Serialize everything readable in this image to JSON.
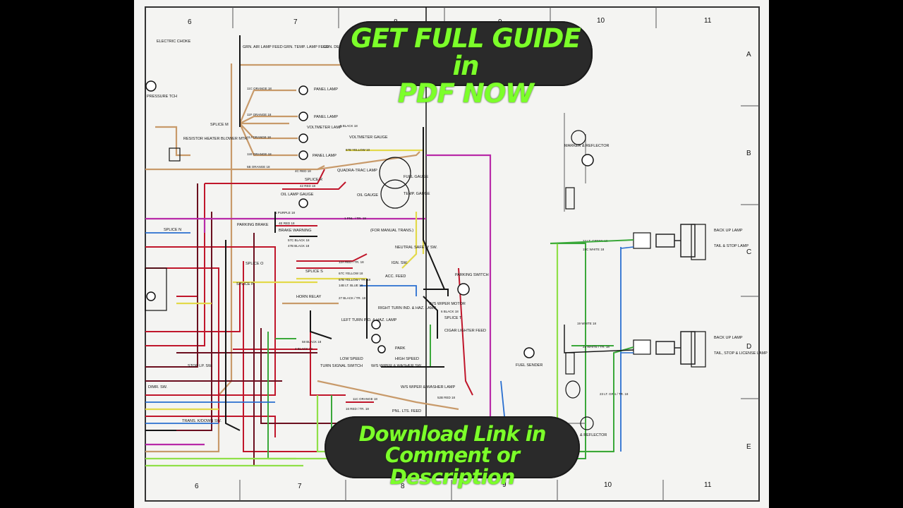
{
  "banners": {
    "top_line1": "GET FULL GUIDE in",
    "top_line2": "PDF NOW",
    "bottom_line1": "Download Link in",
    "bottom_line2": "Comment or Description"
  },
  "grid": {
    "top_columns": [
      "6",
      "7",
      "8",
      "9",
      "10",
      "11"
    ],
    "bottom_columns": [
      "6",
      "7",
      "8",
      "9",
      "10",
      "11"
    ],
    "rows": [
      "A",
      "B",
      "C",
      "D",
      "E"
    ]
  },
  "components": {
    "electric_choke": "ELECTRIC CHOKE",
    "pressure_switch": "PRESSURE TCH",
    "resistor_heater": "RESISTOR HEATER BLOWER MTR.",
    "splice_m": "SPLICE M",
    "panel_lamp_1": "PANEL LAMP",
    "panel_lamp_2": "PANEL LAMP",
    "panel_lamp_3": "PANEL LAMP",
    "voltmeter_lamp": "VOLTMETER LAMP",
    "voltmeter_gauge": "VOLTMETER GAUGE",
    "quadra_trac": "QUADRA-TRAC LAMP",
    "oil_lamp_gauge": "OIL LAMP GAUGE",
    "oil_gauge": "OIL GAUGE",
    "fuel_gauge": "FUEL GAUGE",
    "temp_gauge": "TEMP. GAUGE",
    "splice_r": "SPLICE R",
    "splice_n": "SPLICE N",
    "parking_brake": "PARKING BRAKE",
    "brake_warning": "BRAKE WARNING",
    "for_manual_trans": "(FOR MANUAL TRANS.)",
    "neutral_safety": "NEUTRAL SAFETY SW.",
    "ign_sw": "IGN. SW.",
    "acc_feed": "ACC. FEED",
    "splice_o": "SPLICE O",
    "splice_p": "SPLICE P",
    "splice_s": "SPLICE S",
    "horn_relay": "HORN RELAY",
    "parking_switch": "PARKING SWITCH",
    "ws_wiper_motor": "W/S WIPER MOTOR",
    "splice_t": "SPLICE T",
    "right_turn": "RIGHT TURN IND. & HAZ. LAMP",
    "left_turn": "LEFT TURN IND. & HAZ. LAMP",
    "cigar_lighter": "CIGAR LIGHTER FEED",
    "fuel_sender": "FUEL SENDER",
    "turn_signal": "TURN SIGNAL SWITCH",
    "ws_wiper_washer": "W/S WIPER & WASHER SW.",
    "ws_wiper_washer_lamp": "W/S WIPER & WASHER LAMP",
    "low_speed": "LOW SPEED",
    "high_speed": "HIGH SPEED",
    "park": "PARK",
    "stop_lp": "STOP LP. SW.",
    "dimr_sw": "DIMR. SW.",
    "trans_kickdown": "TRANS. K/DOWN SW.",
    "pnl_lts_feed": "PNL. LTS. FEED",
    "marker_reflector_top": "MARKER & REFLECTOR",
    "marker_reflector_bottom": "& REFLECTOR",
    "back_up_lamp_1": "BACK UP LAMP",
    "tail_stop_lamp": "TAIL & STOP LAMP",
    "back_up_lamp_2": "BACK UP LAMP",
    "tail_stop_license": "TAIL, STOP & LICENSE LAMP",
    "grn_air_lamp": "GRN. AIR LAMP FEED",
    "grn_temp_lamp": "GRN. TEMP. LAMP FEED",
    "grn_def_lamp": "GRN. DEF. LAMP FEED"
  },
  "wire_labels": {
    "w1": "11C ORANGE 18",
    "w2": "11F ORANGE 18",
    "w3": "11J ORANGE 18",
    "w4": "11E ORANGE 18",
    "w5": "5B ORANGE 18",
    "w6": "4C RED 18",
    "w7": "4E RED 18",
    "w8": "42 RED 18",
    "w9": "1 PURPLE 18",
    "w10": "1 PNL. / TR. 18",
    "w11": "47B BLACK 18",
    "w12": "57C BLACK 18",
    "w13": "12A RED / TR. 18",
    "w14": "67C YELLOW 18",
    "w15": "67B YELLOW / TR. 18",
    "w16": "14B LT. BLUE 18",
    "w17": "27 BLACK / TR. 18",
    "w18": "24 LT. GREEN 18",
    "w19": "19C WHITE 18",
    "w20": "24 WHITE / TR. 18",
    "w21": "19 WHITE 18",
    "w22": "52B RED 18",
    "w23": "6 BLACK 18",
    "w24": "4 BLACK 18",
    "w25": "58 BLACK 18",
    "w26": "67B YELLOW 10",
    "w27": "6 BLACK 18",
    "w28": "23 LT. GRN / TR. 18",
    "w29": "11C ORANGE 18",
    "w30": "16 RED / TR. 18"
  }
}
